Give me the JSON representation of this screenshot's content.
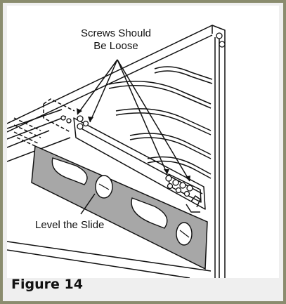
{
  "figure": {
    "caption": "Figure 14",
    "callouts": {
      "screws_line1": "Screws Should",
      "screws_line2": "Be Loose",
      "level": "Level the Slide"
    }
  },
  "colors": {
    "frame_border": "#8a8c6e",
    "panel_background": "#efefef",
    "level_fill": "#a7a7a7",
    "line_art": "#111111"
  },
  "icons": [
    "screw-icon",
    "bubble-level-icon"
  ]
}
